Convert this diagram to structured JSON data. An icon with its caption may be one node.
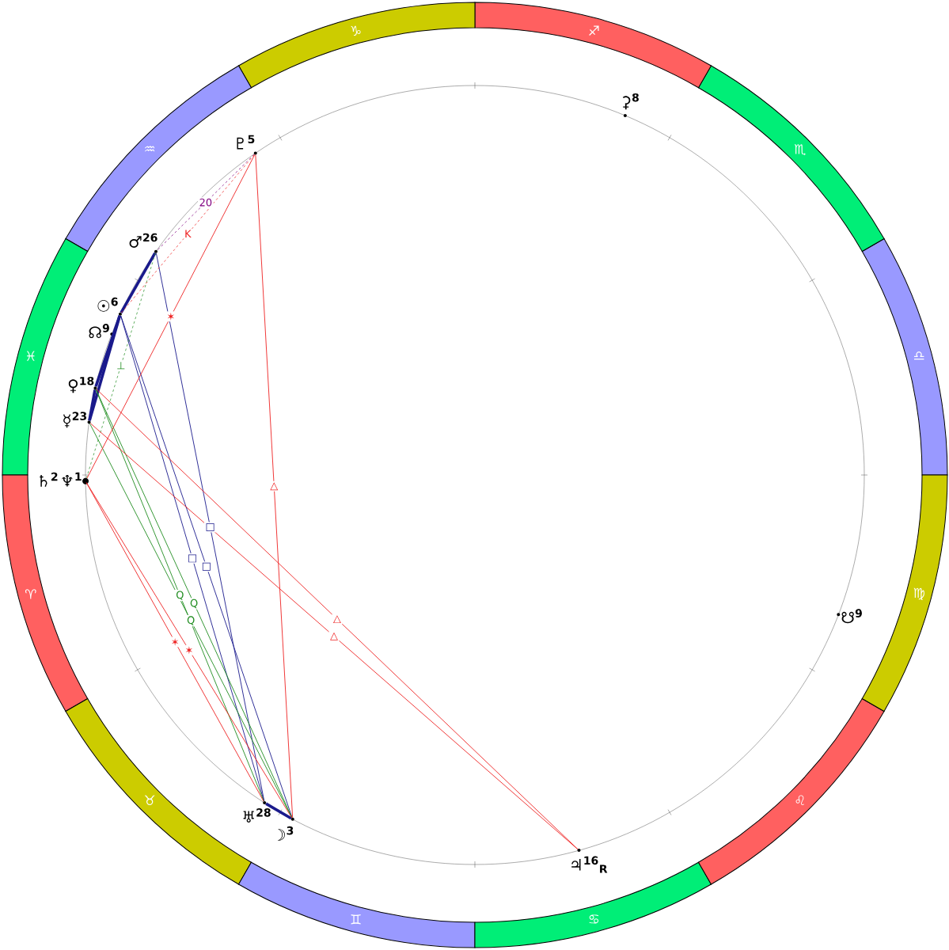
{
  "diagram": {
    "nodes": [
      {
        "text": [
          "♎"
        ]
      },
      {
        "text": [
          "♏"
        ]
      },
      {
        "text": [
          "♐"
        ]
      },
      {
        "text": [
          "♑"
        ]
      },
      {
        "text": [
          "♒"
        ]
      },
      {
        "text": [
          "♓"
        ]
      },
      {
        "text": [
          "♈"
        ]
      },
      {
        "text": [
          "♉"
        ]
      },
      {
        "text": [
          "♊"
        ]
      },
      {
        "text": [
          "♋"
        ]
      },
      {
        "text": [
          "♌"
        ]
      },
      {
        "text": [
          "♍"
        ]
      },
      {
        "text": [
          "♇$^{5}$"
        ]
      },
      {
        "text": [
          "⚳$^{8}$"
        ]
      },
      {
        "text": [
          "♂$^{26}$"
        ]
      },
      {
        "text": [
          "☉$^{6}$"
        ]
      },
      {
        "text": [
          "☊$^{9}$"
        ]
      },
      {
        "text": [
          "♀$^{18}$"
        ]
      },
      {
        "text": [
          "☿$^{23}$"
        ]
      },
      {
        "text": [
          "♄$^{2}$"
        ]
      },
      {
        "text": [
          "♆$^{1}$"
        ]
      },
      {
        "text": [
          "♅$^{28}$"
        ]
      },
      {
        "text": [
          "☽$^{3}$"
        ]
      },
      {
        "text": [
          "♃$^{16}$$_{R}$"
        ]
      },
      {
        "text": [
          "☋$^{9}$"
        ]
      }
    ],
    "edges": [
      {
        "from": 14,
        "to": 15,
        "arrow": "none",
        "style": "thick"
      },
      {
        "from": 15,
        "to": 17,
        "arrow": "none",
        "style": "thick"
      },
      {
        "from": 15,
        "to": 18,
        "arrow": "none",
        "style": "thick"
      },
      {
        "from": 17,
        "to": 18,
        "arrow": "none",
        "style": "thick"
      },
      {
        "from": 21,
        "to": 22,
        "arrow": "none",
        "style": "thick"
      },
      {
        "from": 14,
        "to": 21,
        "arrow": "none",
        "label": "□"
      },
      {
        "from": 15,
        "to": 21,
        "arrow": "none",
        "label": "□"
      },
      {
        "from": 15,
        "to": 22,
        "arrow": "none",
        "label": "□"
      },
      {
        "from": 17,
        "to": 21,
        "arrow": "none",
        "label": "Q",
        "color": "#1f8c1f"
      },
      {
        "from": 17,
        "to": 22,
        "arrow": "none",
        "label": "Q",
        "color": "#1f8c1f"
      },
      {
        "from": 18,
        "to": 22,
        "arrow": "none",
        "label": "Q",
        "color": "#1f8c1f"
      },
      {
        "from": 14,
        "to": 19,
        "arrow": "none",
        "label": "⊥",
        "style": "dashed",
        "color": "#1f8c1f"
      },
      {
        "from": 12,
        "to": 19,
        "arrow": "none",
        "label": "✶",
        "color": "#ee2222"
      },
      {
        "from": 12,
        "to": 22,
        "arrow": "none",
        "label": "△",
        "color": "#ee2222"
      },
      {
        "from": 17,
        "to": 23,
        "arrow": "none",
        "label": "△",
        "color": "#ee2222"
      },
      {
        "from": 18,
        "to": 23,
        "arrow": "none",
        "label": "△",
        "color": "#ee2222"
      },
      {
        "from": 20,
        "to": 21,
        "arrow": "none",
        "label": "✶",
        "color": "#ee2222"
      },
      {
        "from": 20,
        "to": 22,
        "arrow": "none",
        "label": "✶",
        "color": "#ee2222"
      },
      {
        "from": 12,
        "to": 14,
        "arrow": "none",
        "label": "20",
        "style": "dashed",
        "color": "#800080"
      },
      {
        "from": 12,
        "to": 15,
        "arrow": "none",
        "label": "K",
        "style": "dashed",
        "color": "#ee2222"
      }
    ]
  }
}
